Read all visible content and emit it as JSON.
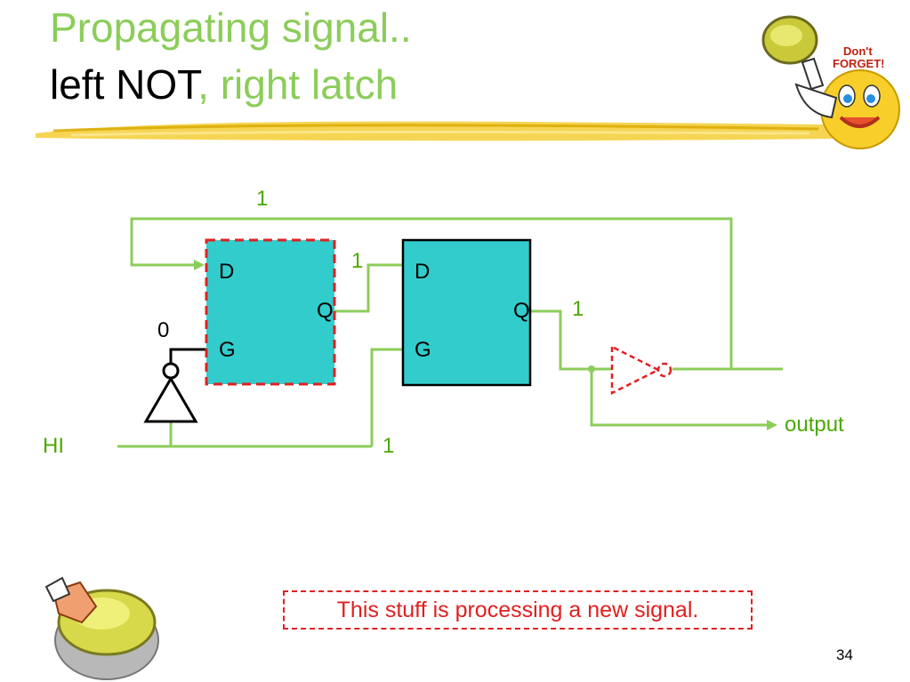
{
  "title": {
    "line1": "Propagating signal..",
    "line2_black": "left NOT",
    "line2_green": ", right latch"
  },
  "badge": {
    "text1": "Don't",
    "text2": "FORGET!"
  },
  "circuit": {
    "left_latch": {
      "d_label": "D",
      "q_label": "Q",
      "g_label": "G"
    },
    "right_latch": {
      "d_label": "D",
      "q_label": "Q",
      "g_label": "G"
    },
    "signals": {
      "feedback": "1",
      "between_latches": "1",
      "right_q": "1",
      "not_output": "0",
      "hi_line": "1"
    },
    "input_label": "HI",
    "output_label": "output"
  },
  "note": "This stuff is processing a new signal.",
  "page_number": "34",
  "colors": {
    "title_green": "#8ccd5a",
    "wire_green": "#8ccd5a",
    "latch_fill": "#33cccc",
    "dashed_red": "#e02020"
  },
  "icons": [
    "brush-stroke-underline",
    "dont-forget-smiley-icon",
    "question-button-icon"
  ]
}
